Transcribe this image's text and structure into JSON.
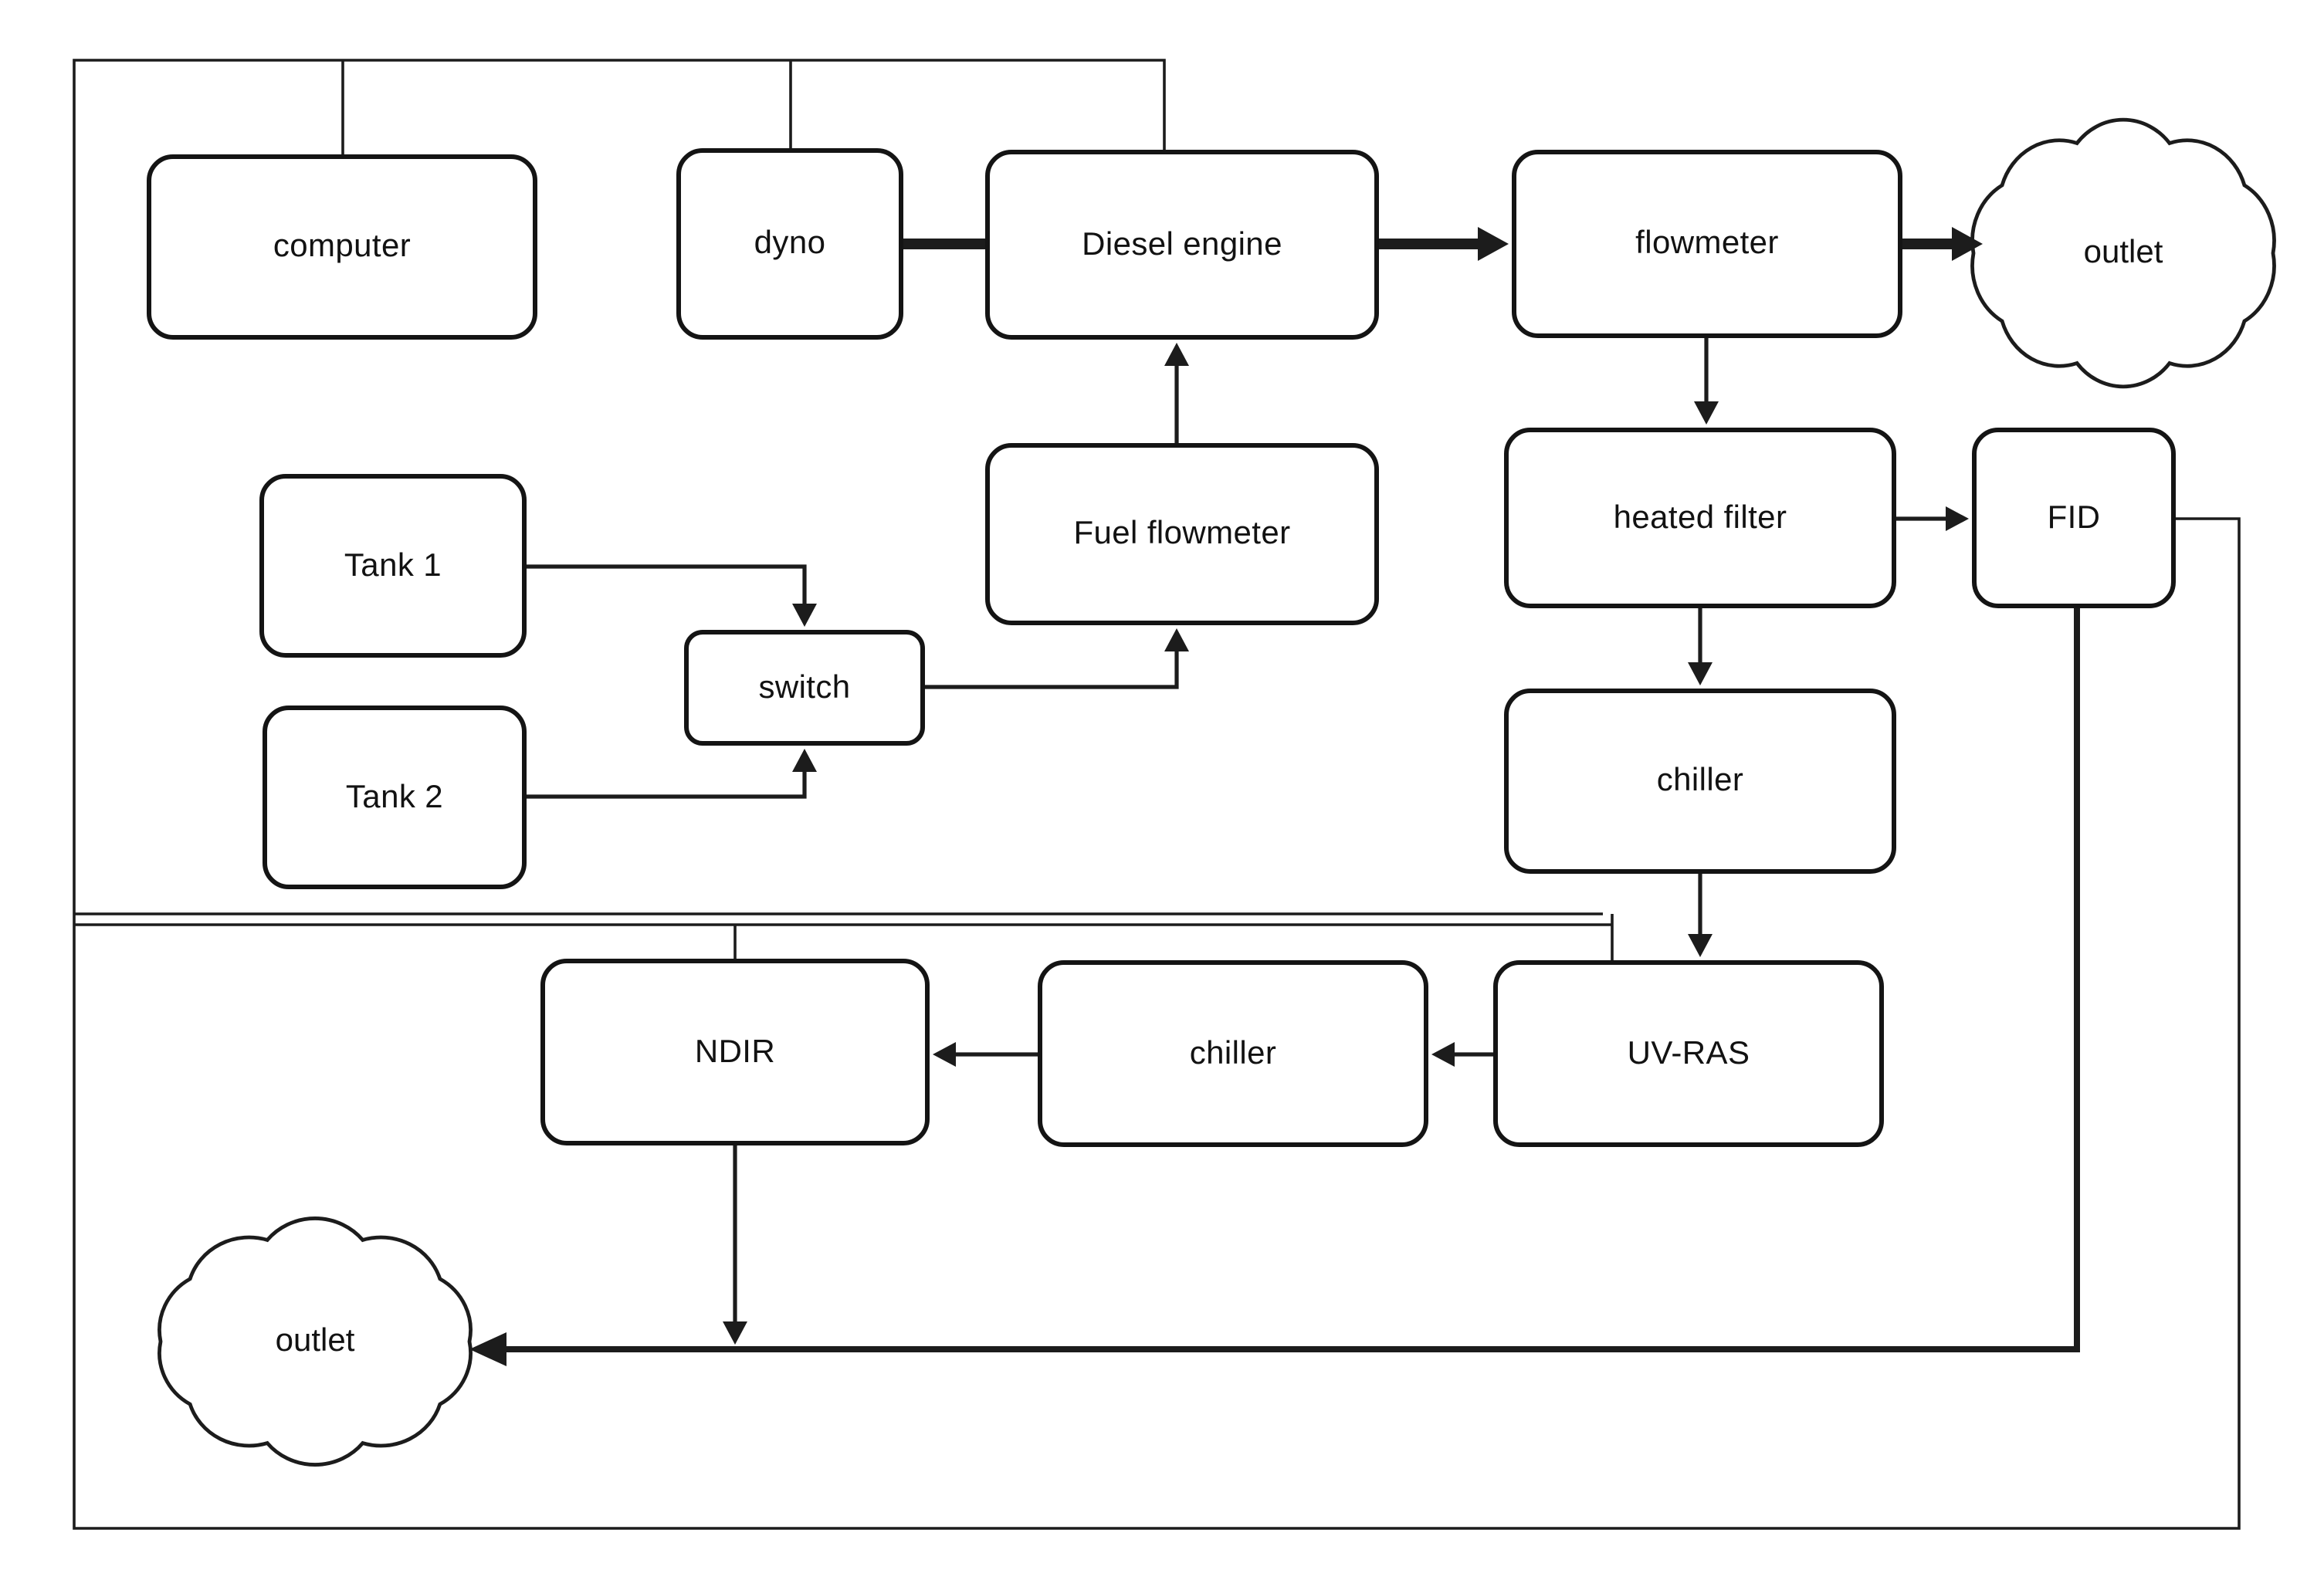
{
  "diagram": {
    "type": "block-flow-diagram",
    "description": "Diesel engine emissions test bench schematic",
    "colors": {
      "line": "#1c1c1c",
      "box_border": "#141414",
      "fill": "#ffffff",
      "background": "#ffffff",
      "text": "#121212"
    },
    "nodes": {
      "computer": {
        "label": "computer"
      },
      "dyno": {
        "label": "dyno"
      },
      "diesel_engine": {
        "label": "Diesel engine"
      },
      "flowmeter": {
        "label": "flowmeter"
      },
      "outlet_top": {
        "label": "outlet",
        "shape": "cloud"
      },
      "fuel_flowmeter": {
        "label": "Fuel flowmeter"
      },
      "tank_1": {
        "label": "Tank 1"
      },
      "tank_2": {
        "label": "Tank 2"
      },
      "switch": {
        "label": "switch"
      },
      "heated_filter": {
        "label": "heated filter"
      },
      "fid": {
        "label": "FID"
      },
      "chiller_upper": {
        "label": "chiller"
      },
      "uv_ras": {
        "label": "UV-RAS"
      },
      "chiller_lower": {
        "label": "chiller"
      },
      "ndir": {
        "label": "NDIR"
      },
      "outlet_bottom": {
        "label": "outlet",
        "shape": "cloud"
      }
    },
    "edges": [
      {
        "from": "control-bus",
        "to": "computer",
        "style": "line"
      },
      {
        "from": "control-bus",
        "to": "dyno",
        "style": "line"
      },
      {
        "from": "control-bus",
        "to": "diesel_engine",
        "style": "line"
      },
      {
        "from": "dyno",
        "to": "diesel_engine",
        "style": "thick-line"
      },
      {
        "from": "diesel_engine",
        "to": "flowmeter",
        "style": "thick-arrow"
      },
      {
        "from": "flowmeter",
        "to": "outlet_top",
        "style": "thick-arrow"
      },
      {
        "from": "flowmeter",
        "to": "heated_filter",
        "style": "arrow"
      },
      {
        "from": "fuel_flowmeter",
        "to": "diesel_engine",
        "style": "arrow"
      },
      {
        "from": "tank_1",
        "to": "switch",
        "style": "arrow"
      },
      {
        "from": "tank_2",
        "to": "switch",
        "style": "arrow"
      },
      {
        "from": "switch",
        "to": "fuel_flowmeter",
        "style": "arrow"
      },
      {
        "from": "heated_filter",
        "to": "fid",
        "style": "arrow"
      },
      {
        "from": "heated_filter",
        "to": "chiller_upper",
        "style": "arrow"
      },
      {
        "from": "chiller_upper",
        "to": "uv_ras",
        "style": "arrow"
      },
      {
        "from": "uv_ras",
        "to": "chiller_lower",
        "style": "arrow"
      },
      {
        "from": "chiller_lower",
        "to": "ndir",
        "style": "arrow"
      },
      {
        "from": "ndir",
        "to": "outlet_bottom",
        "style": "arrow"
      },
      {
        "from": "fid",
        "to": "outlet_bottom",
        "style": "line-arrow"
      },
      {
        "from": "enclosure-boundary",
        "to": "ndir",
        "style": "line"
      },
      {
        "from": "fid",
        "to": "enclosure-right",
        "style": "line"
      }
    ]
  }
}
